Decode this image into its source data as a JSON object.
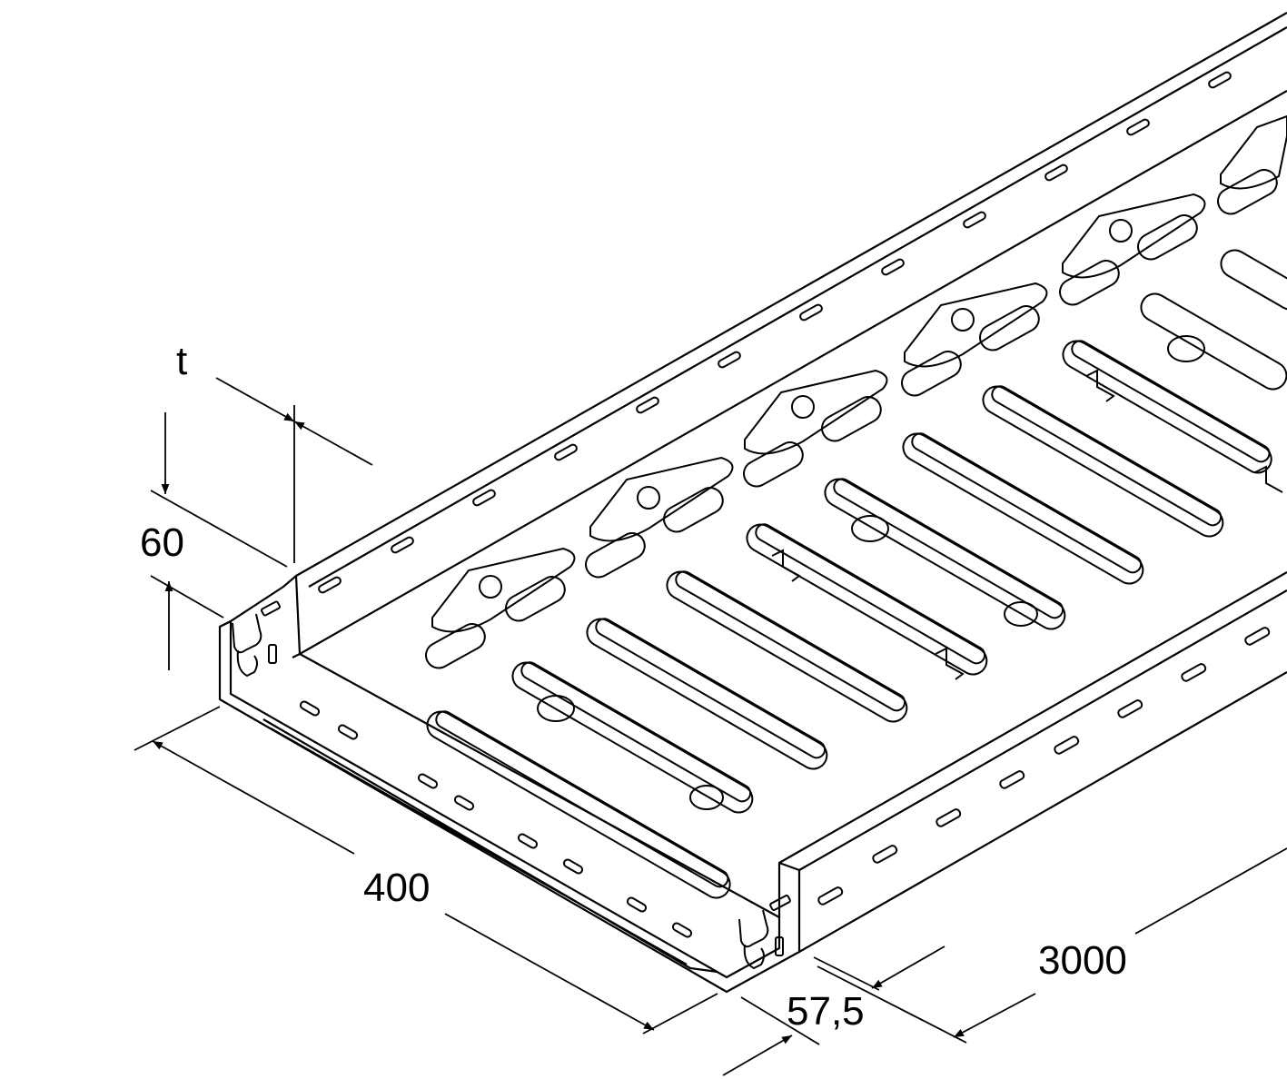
{
  "dimensions": {
    "thickness": "t",
    "height": "60",
    "width": "400",
    "offset": "57,5",
    "length": "3000"
  },
  "colors": {
    "line": "#000000",
    "background": "#ffffff"
  }
}
